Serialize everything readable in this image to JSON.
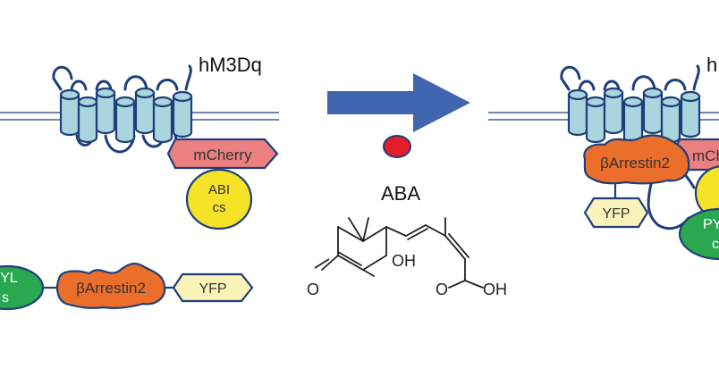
{
  "labels": {
    "receptor": "hM3Dq",
    "receptor_right": "h",
    "mcherry": "mCherry",
    "mcherry_right": "mCh",
    "abi_line1": "ABI",
    "abi_line2": "cs",
    "pyl_line1": "YL",
    "pyl_line2": "s",
    "pyl_right_line1": "PY",
    "pyl_right_line2": "c",
    "barrestin": "βArrestin2",
    "yfp": "YFP",
    "ligand": "ABA"
  },
  "chemical": {
    "oh_label": "OH",
    "o_ketone": "O",
    "o_acid": "O",
    "oh_acid": "OH"
  },
  "colors": {
    "receptor_fill": "#a9d6de",
    "outline": "#1f3f7a",
    "mcherry_fill": "#ec8080",
    "abi_fill": "#f4e327",
    "pyl_fill": "#2aa84f",
    "barrestin_fill": "#ec6e2b",
    "yfp_fill": "#fbf4b8",
    "arrow_fill": "#4166b0",
    "aba_dot": "#e31e2a"
  }
}
